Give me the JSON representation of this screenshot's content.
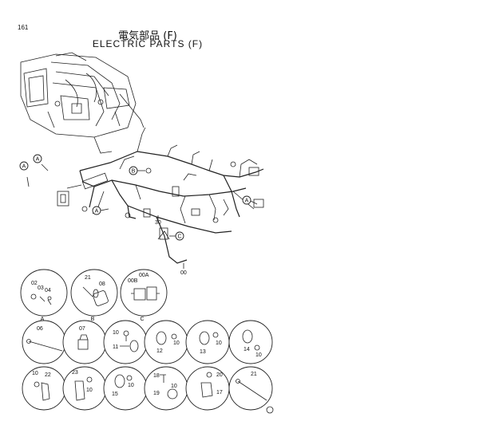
{
  "page": {
    "number": "161",
    "title_jp": "電気部品 (F)",
    "title_en": "ELECTRIC PARTS (F)",
    "corner_mark": "⊛"
  },
  "main": {
    "callouts": [
      "A",
      "A",
      "A",
      "B",
      "C"
    ],
    "labels": {
      "harness_30": "30",
      "harness_00": "00"
    }
  },
  "details": {
    "row1": [
      {
        "parts": [
          "02",
          "03",
          "04"
        ],
        "caption": "A"
      },
      {
        "parts": [
          "21",
          "08"
        ],
        "caption": "B"
      },
      {
        "parts": [
          "00A",
          "00B"
        ],
        "caption": "C"
      }
    ],
    "row2": [
      {
        "parts": [
          "06"
        ]
      },
      {
        "parts": [
          "07"
        ]
      },
      {
        "parts": [
          "10",
          "11"
        ]
      },
      {
        "parts": [
          "12",
          "10"
        ]
      },
      {
        "parts": [
          "13",
          "10"
        ]
      },
      {
        "parts": [
          "14",
          "10"
        ]
      }
    ],
    "row3": [
      {
        "parts": [
          "10",
          "22"
        ]
      },
      {
        "parts": [
          "23",
          "10"
        ]
      },
      {
        "parts": [
          "10",
          "15"
        ]
      },
      {
        "parts": [
          "18",
          "10",
          "19"
        ]
      },
      {
        "parts": [
          "20",
          "17"
        ]
      },
      {
        "parts": [
          "21"
        ]
      }
    ]
  }
}
